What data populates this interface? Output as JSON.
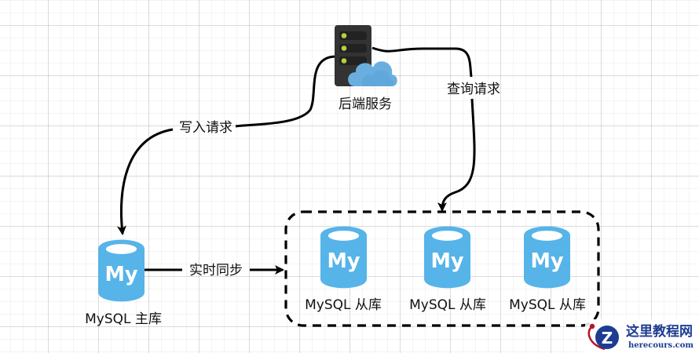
{
  "diagram": {
    "nodes": {
      "backend": {
        "label": "后端服务",
        "icon": "server-cloud-icon"
      },
      "master": {
        "label": "MySQL 主库",
        "icon": "mysql-cylinder-icon",
        "icon_text": "My"
      },
      "slaves": [
        {
          "label": "MySQL 从库",
          "icon": "mysql-cylinder-icon",
          "icon_text": "My"
        },
        {
          "label": "MySQL 从库",
          "icon": "mysql-cylinder-icon",
          "icon_text": "My"
        },
        {
          "label": "MySQL 从库",
          "icon": "mysql-cylinder-icon",
          "icon_text": "My"
        }
      ]
    },
    "edges": {
      "write": {
        "label": "写入请求",
        "from": "后端服务",
        "to": "MySQL 主库"
      },
      "read": {
        "label": "查询请求",
        "from": "后端服务",
        "to": "MySQL 从库 group"
      },
      "sync": {
        "label": "实时同步",
        "from": "MySQL 主库",
        "to": "MySQL 从库 group"
      }
    },
    "colors": {
      "mysql_blue": "#56b4e8",
      "server_body": "#333333",
      "server_led": "#b5d33a",
      "cloud_blue": "#6aaee0",
      "line": "#000000"
    }
  },
  "watermark": {
    "title": "这里教程网",
    "subtitle": "herecours.com",
    "icon_letter": "Z"
  }
}
